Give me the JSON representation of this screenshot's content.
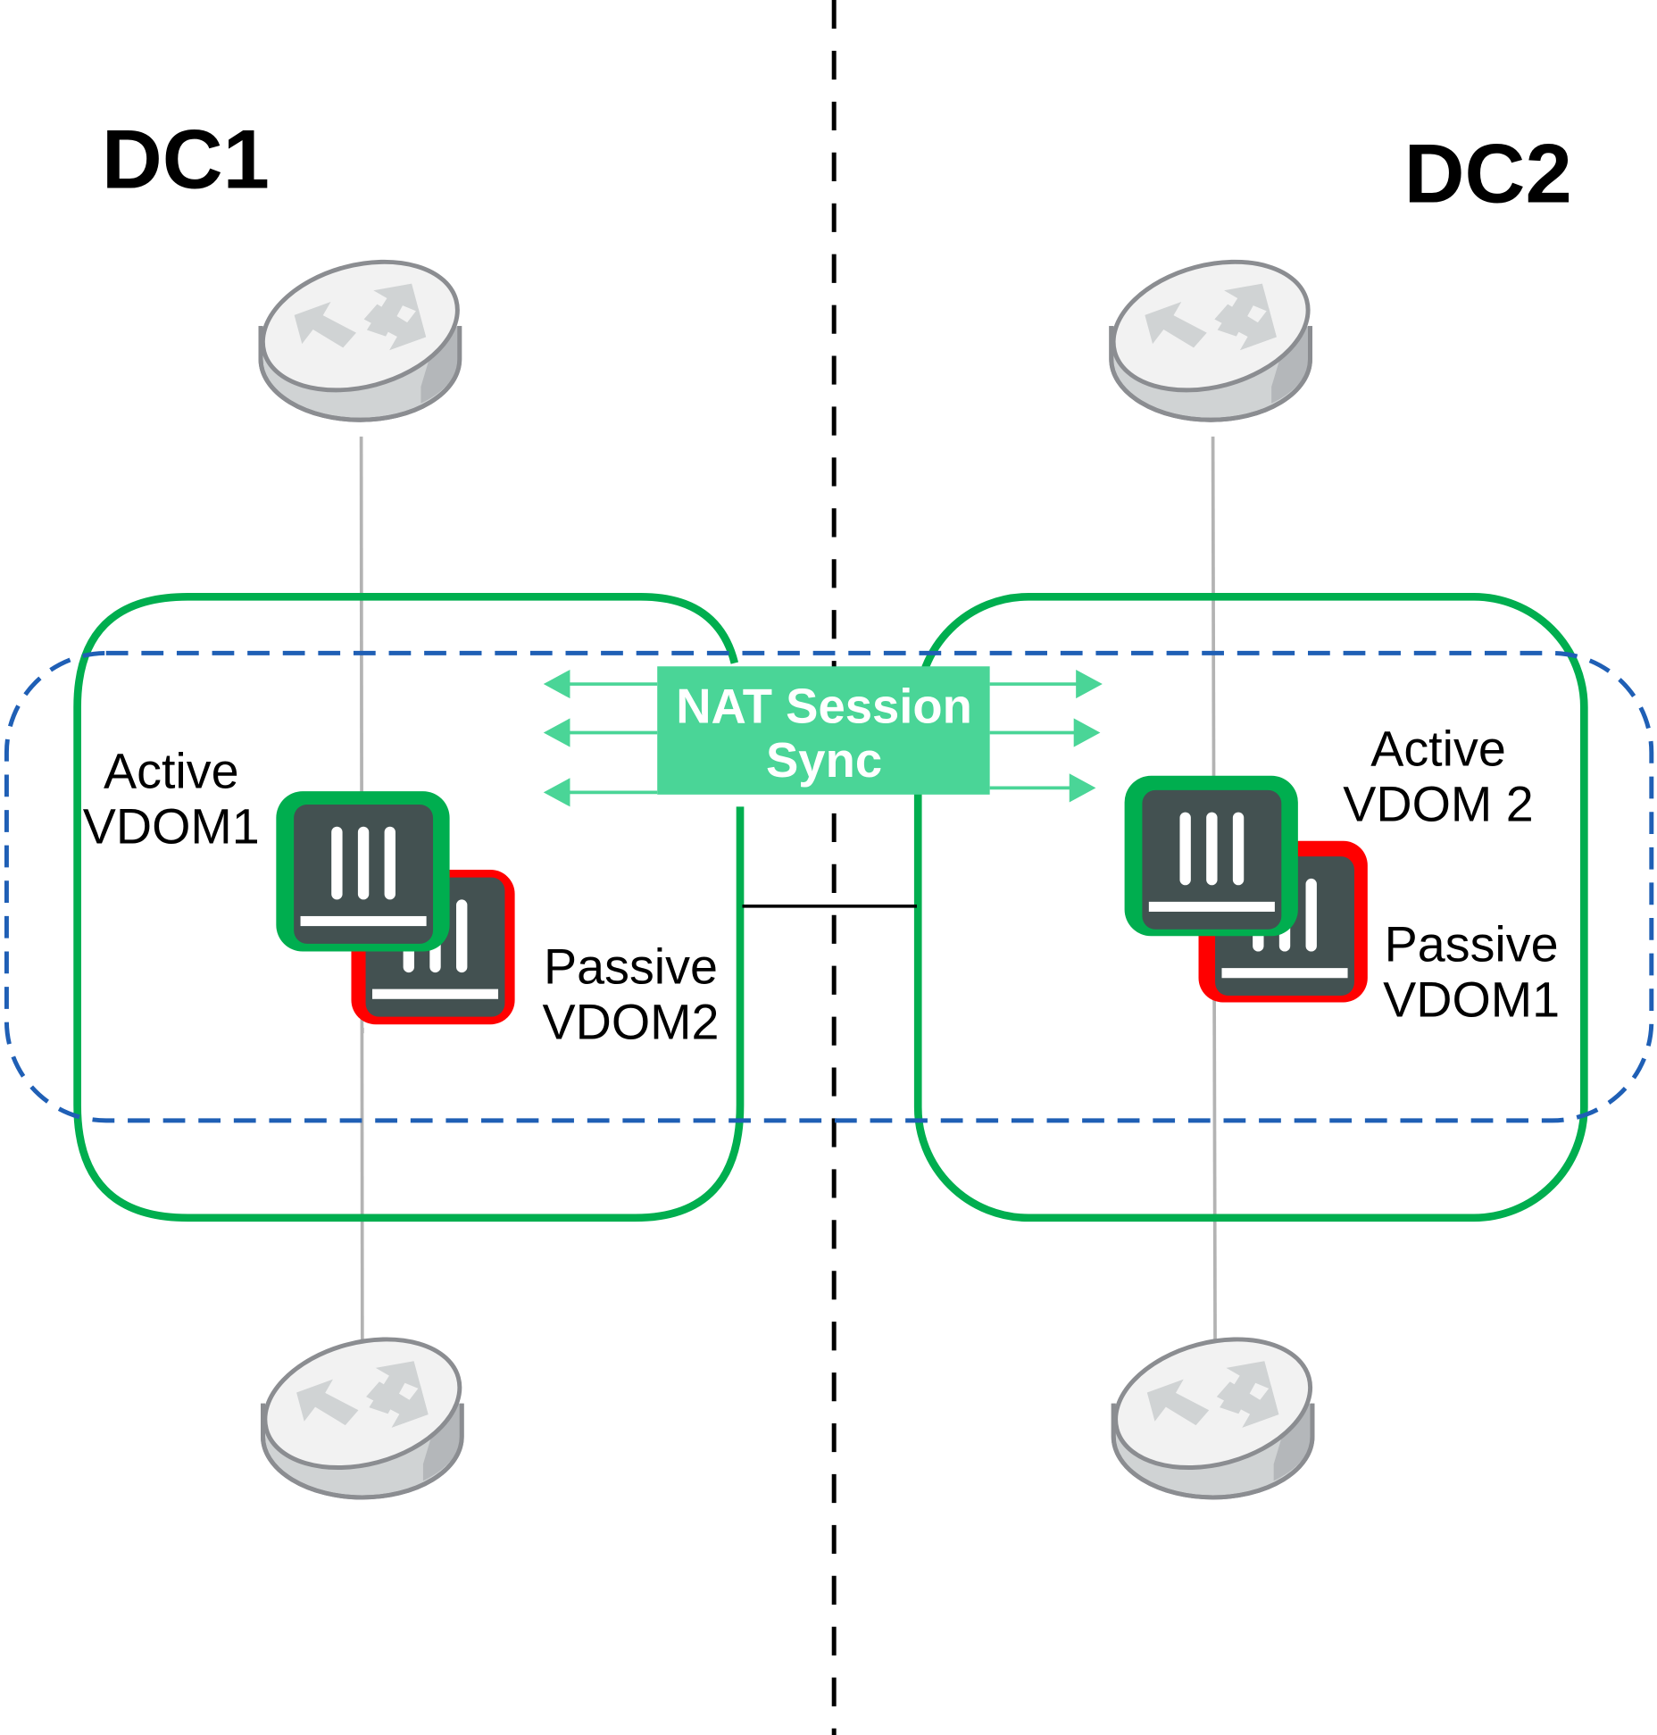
{
  "diagram": {
    "datacenters": [
      {
        "id": "dc1",
        "title": "DC1",
        "active_unit": {
          "line1": "Active",
          "line2": "VDOM1",
          "status": "active"
        },
        "passive_unit": {
          "line1": "Passive",
          "line2": "VDOM2",
          "status": "passive"
        }
      },
      {
        "id": "dc2",
        "title": "DC2",
        "active_unit": {
          "line1": "Active",
          "line2": "VDOM 2",
          "status": "active"
        },
        "passive_unit": {
          "line1": "Passive",
          "line2": "VDOM1",
          "status": "passive"
        }
      }
    ],
    "sync": {
      "line1": "NAT Session",
      "line2": "Sync"
    },
    "icons": {
      "router": "router-icon",
      "firewall": "firewall-icon"
    },
    "colors": {
      "cluster_border": "#00AE4F",
      "active_border": "#00AE4F",
      "passive_border": "#FF0000",
      "sync_box": "#4AD597",
      "sync_arrows": "#4AD597",
      "ha_group_dashed": "#1F5FB5",
      "firewall_body": "#435151",
      "router_top": "#F2F2F2",
      "router_side": "#D0D3D4",
      "router_outline": "#8B8D91",
      "link_gray": "#B3B3B3",
      "divider": "#000000"
    }
  }
}
